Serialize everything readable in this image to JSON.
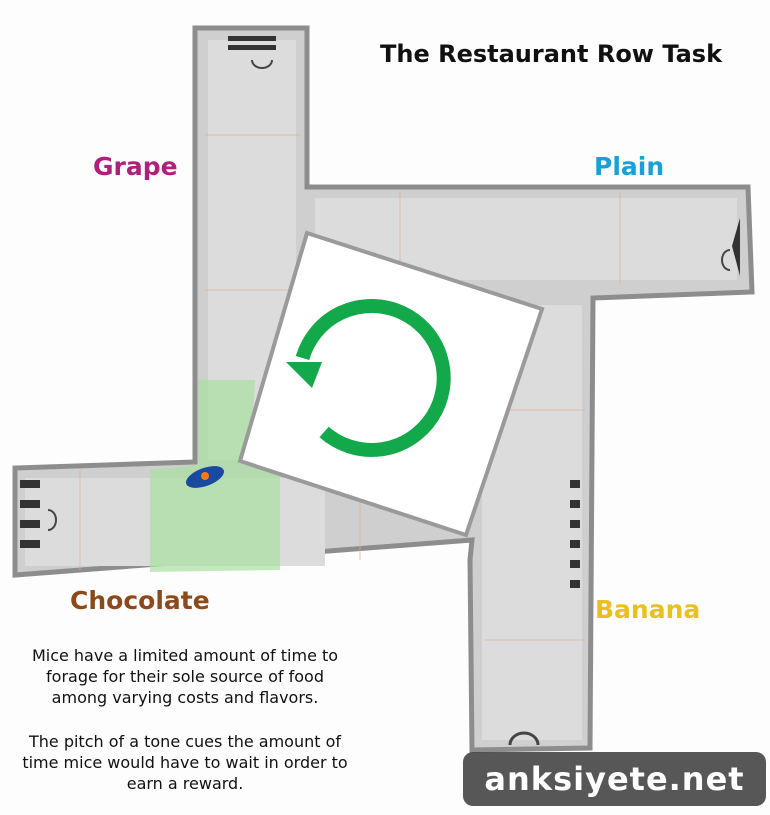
{
  "title": "The Restaurant Row Task",
  "restaurants": {
    "grape": {
      "label": "Grape",
      "color": "#b0207a"
    },
    "plain": {
      "label": "Plain",
      "color": "#1aa0d8"
    },
    "chocolate": {
      "label": "Chocolate",
      "color": "#8b4a1c"
    },
    "banana": {
      "label": "Banana",
      "color": "#e8c020"
    }
  },
  "description": {
    "paragraph_1": "Mice have a limited amount of time to forage for their sole source of food among varying costs and flavors.",
    "paragraph_2": "The pitch of a tone cues the amount of time mice would have to wait in order to earn a reward."
  },
  "watermark": "anksiyete.net",
  "colors": {
    "arrow": "#13a84a",
    "maze_floor": "#cfcfcf",
    "maze_wall": "#8d8d8d",
    "zone_highlight": "#a8e0a0",
    "mouse_body": "#1a4aa0",
    "mouse_marker": "#ff7a10"
  },
  "icons": {
    "rotation": "counterclockwise-arrow-icon",
    "mouse": "mouse-icon"
  }
}
